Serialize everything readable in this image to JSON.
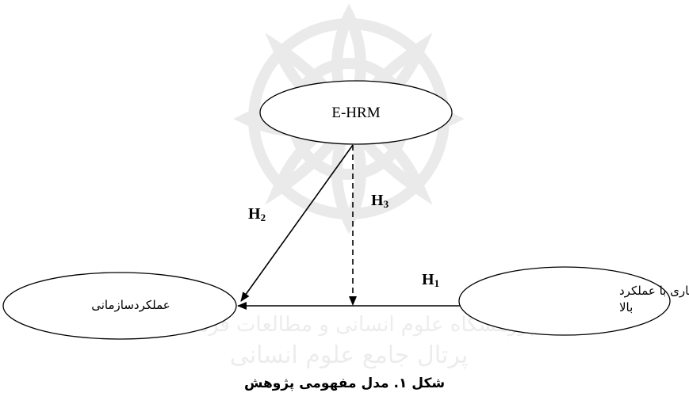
{
  "nodes": {
    "ehrm": {
      "label": "E-HRM"
    },
    "organizational_performance": {
      "label": "عملکردسازمانی"
    },
    "high_performance_work_practices": {
      "line1": "اقدامات کاری با عملکرد",
      "line2": "بالا"
    }
  },
  "hypotheses": {
    "h1": {
      "letter": "H",
      "sub": "1"
    },
    "h2": {
      "letter": "H",
      "sub": "2"
    },
    "h3": {
      "letter": "H",
      "sub": "3"
    }
  },
  "caption": "شکل ۱. مدل مفهومی پژوهش",
  "watermark": {
    "text_top": "پژوهشگاه علوم انسانی و مطالعات فرهنگی",
    "text_bottom": "پرتال جامع علوم انسانی"
  }
}
